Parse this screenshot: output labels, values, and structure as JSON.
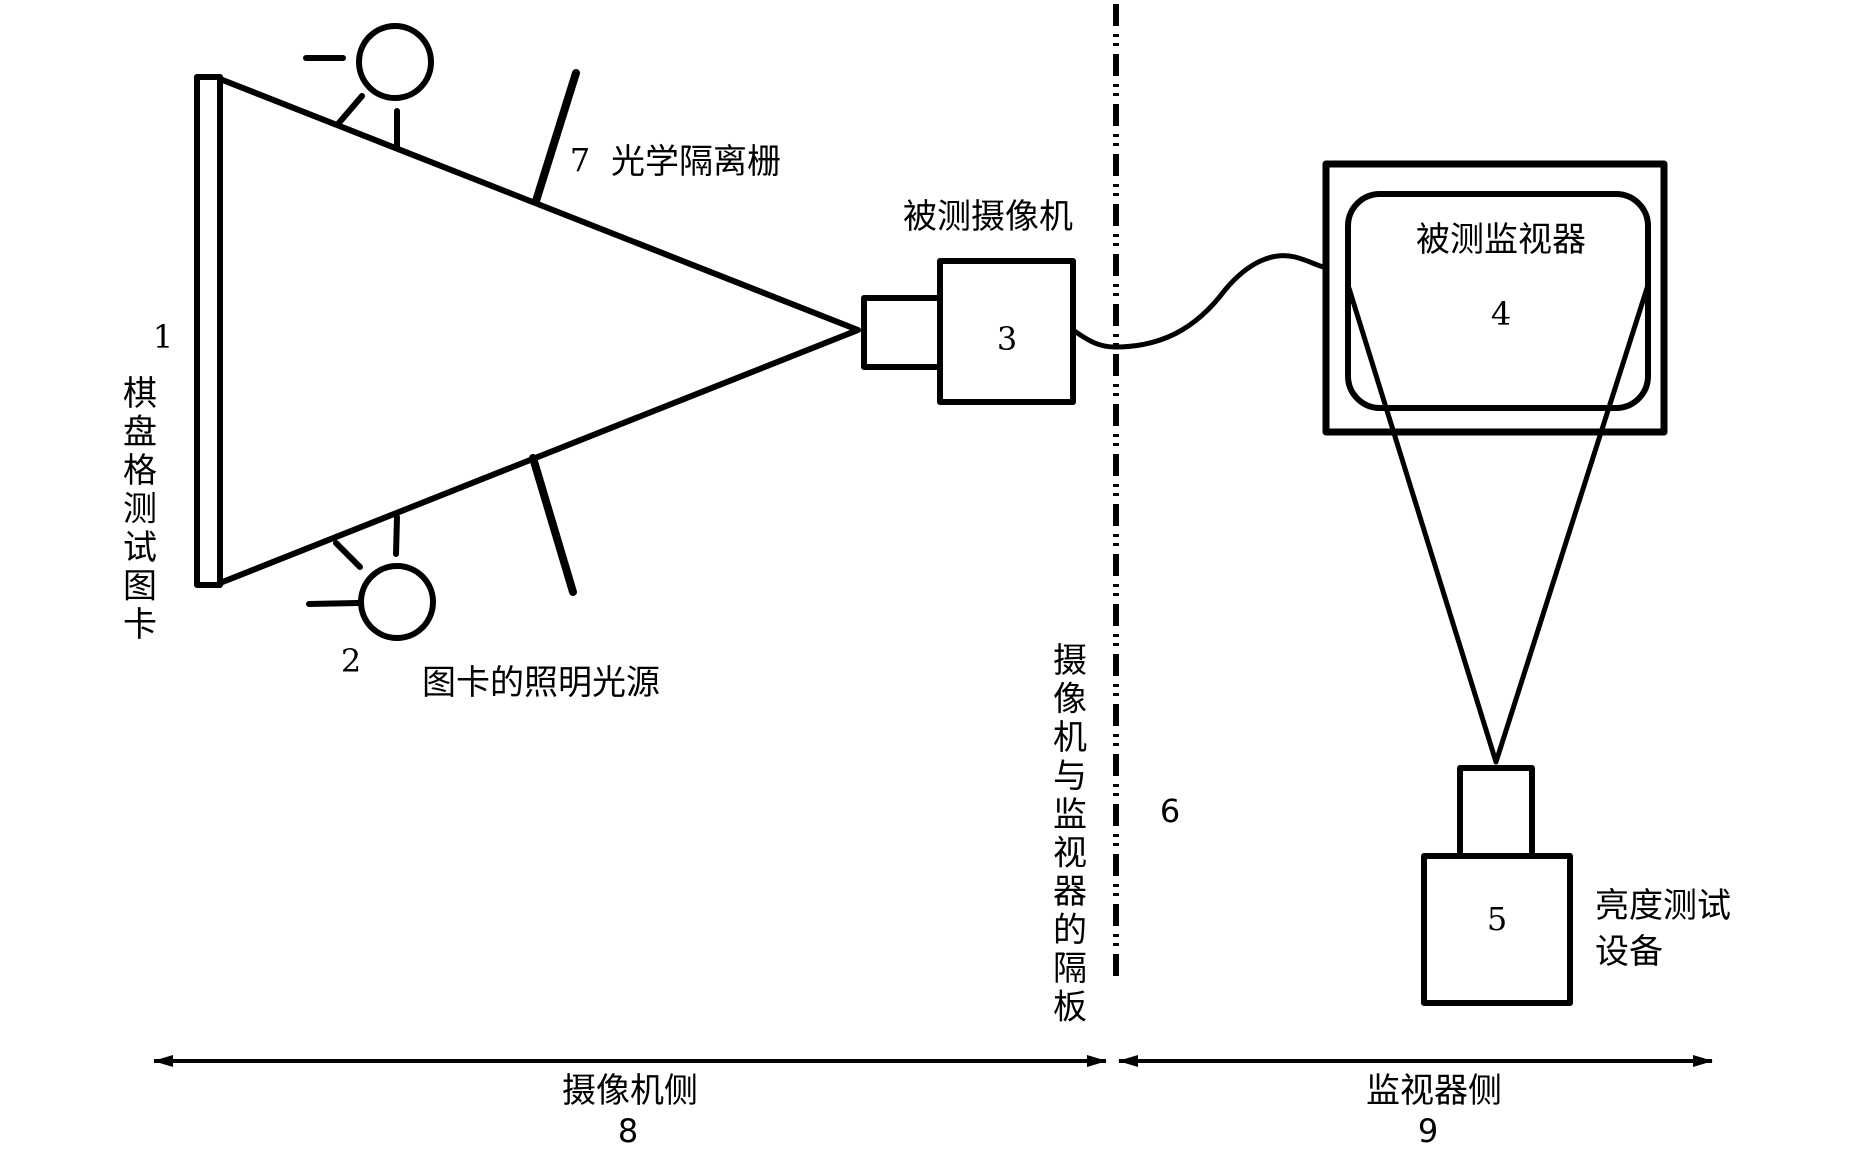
{
  "title": "Camera-monitor test setup diagram",
  "labels": {
    "test_chart_number": "1",
    "test_chart": "棋盘格测试图卡",
    "light_source_number": "2",
    "light_source": "图卡的照明光源",
    "camera_number": "3",
    "camera": "被测摄像机",
    "monitor_number": "4",
    "monitor": "被测监视器",
    "luminance_device_number": "5",
    "luminance_device_line1": "亮度测试",
    "luminance_device_line2": "设备",
    "partition_number": "6",
    "partition": "摄像机与监视器的隔板",
    "optical_barrier_number": "7",
    "optical_barrier": "光学隔离栅",
    "camera_side_number": "8",
    "camera_side": "摄像机侧",
    "monitor_side_number": "9",
    "monitor_side": "监视器侧"
  },
  "colors": {
    "line": "#000000",
    "background": "#ffffff"
  }
}
